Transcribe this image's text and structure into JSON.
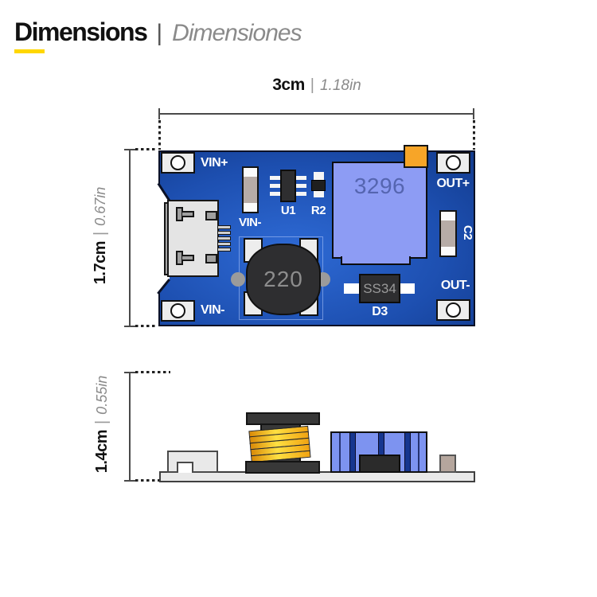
{
  "title": {
    "primary": "Dimensions",
    "separator": "|",
    "secondary": "Dimensiones"
  },
  "dimensions": {
    "width": {
      "metric": "3cm",
      "separator": "|",
      "imperial": "1.18in"
    },
    "board_height": {
      "metric": "1.7cm",
      "separator": "|",
      "imperial": "0.67in"
    },
    "profile_height": {
      "metric": "1.4cm",
      "separator": "|",
      "imperial": "0.55in"
    }
  },
  "top_view": {
    "labels": {
      "vin_plus": "VIN+",
      "vin_minus_cap": "VIN-",
      "vin_minus_pad": "VIN-",
      "out_plus": "OUT+",
      "out_minus": "OUT-",
      "u1": "U1",
      "r2": "R2",
      "c2": "C2",
      "d3": "D3",
      "potentiometer": "3296",
      "inductor": "220",
      "diode": "SS34"
    }
  },
  "colors": {
    "accent_yellow": "#FFD700",
    "board_blue_dark": "#0B2A63",
    "board_blue_light": "#2E6AD5",
    "pot_blue": "#8D9CF4",
    "pot_text": "#5565B0",
    "trimmer_orange": "#F7A528",
    "component_dark": "#2E2E30",
    "capacitor_tan": "#B7ACA7",
    "coil_yellow": "#FFE042",
    "coil_orange": "#D98A08"
  }
}
